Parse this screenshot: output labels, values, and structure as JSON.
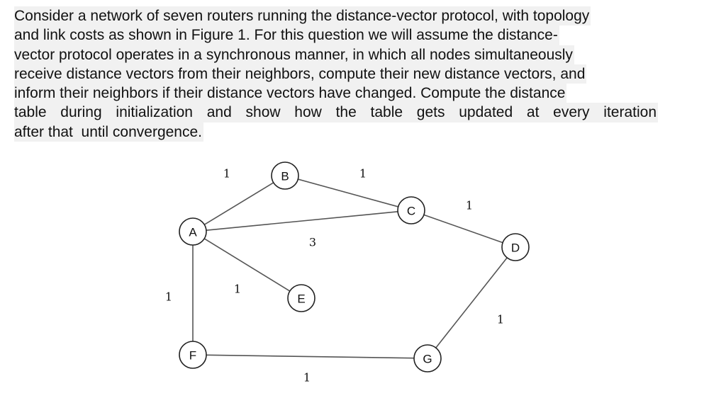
{
  "question": {
    "lines": [
      "Consider a network of seven routers running the distance-vector protocol, with topology",
      "and link costs as shown in Figure 1. For this question we will assume the distance-",
      "vector protocol operates in a synchronous manner, in which all nodes simultaneously",
      "receive distance vectors from their neighbors, compute their new distance vectors, and",
      "inform their neighbors if their distance vectors have changed. Compute the distance",
      "table during initialization and show how the table gets updated at every iteration",
      "after that  until convergence."
    ]
  },
  "figure": {
    "nodes": [
      {
        "id": "A",
        "label": "A"
      },
      {
        "id": "B",
        "label": "B"
      },
      {
        "id": "C",
        "label": "C"
      },
      {
        "id": "D",
        "label": "D"
      },
      {
        "id": "E",
        "label": "E"
      },
      {
        "id": "F",
        "label": "F"
      },
      {
        "id": "G",
        "label": "G"
      }
    ],
    "links": [
      {
        "from": "A",
        "to": "B",
        "cost": "1"
      },
      {
        "from": "B",
        "to": "C",
        "cost": "1"
      },
      {
        "from": "C",
        "to": "D",
        "cost": "1"
      },
      {
        "from": "A",
        "to": "C",
        "cost": "3"
      },
      {
        "from": "A",
        "to": "E",
        "cost": "1"
      },
      {
        "from": "A",
        "to": "F",
        "cost": "1"
      },
      {
        "from": "F",
        "to": "G",
        "cost": "1"
      },
      {
        "from": "G",
        "to": "D",
        "cost": "1"
      }
    ]
  }
}
